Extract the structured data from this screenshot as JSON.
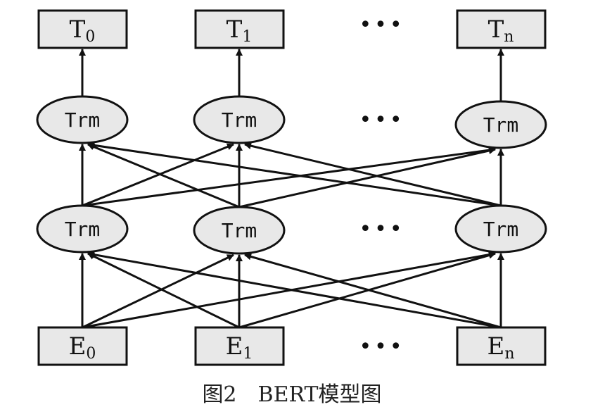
{
  "outputs": [
    {
      "main": "T",
      "sub": "0"
    },
    {
      "main": "T",
      "sub": "1"
    },
    {
      "main": "T",
      "sub": "n"
    }
  ],
  "inputs": [
    {
      "main": "E",
      "sub": "0"
    },
    {
      "main": "E",
      "sub": "1"
    },
    {
      "main": "E",
      "sub": "n"
    }
  ],
  "node_label": "Trm",
  "ellipsis": "•••",
  "caption": "图2　BERT模型图"
}
